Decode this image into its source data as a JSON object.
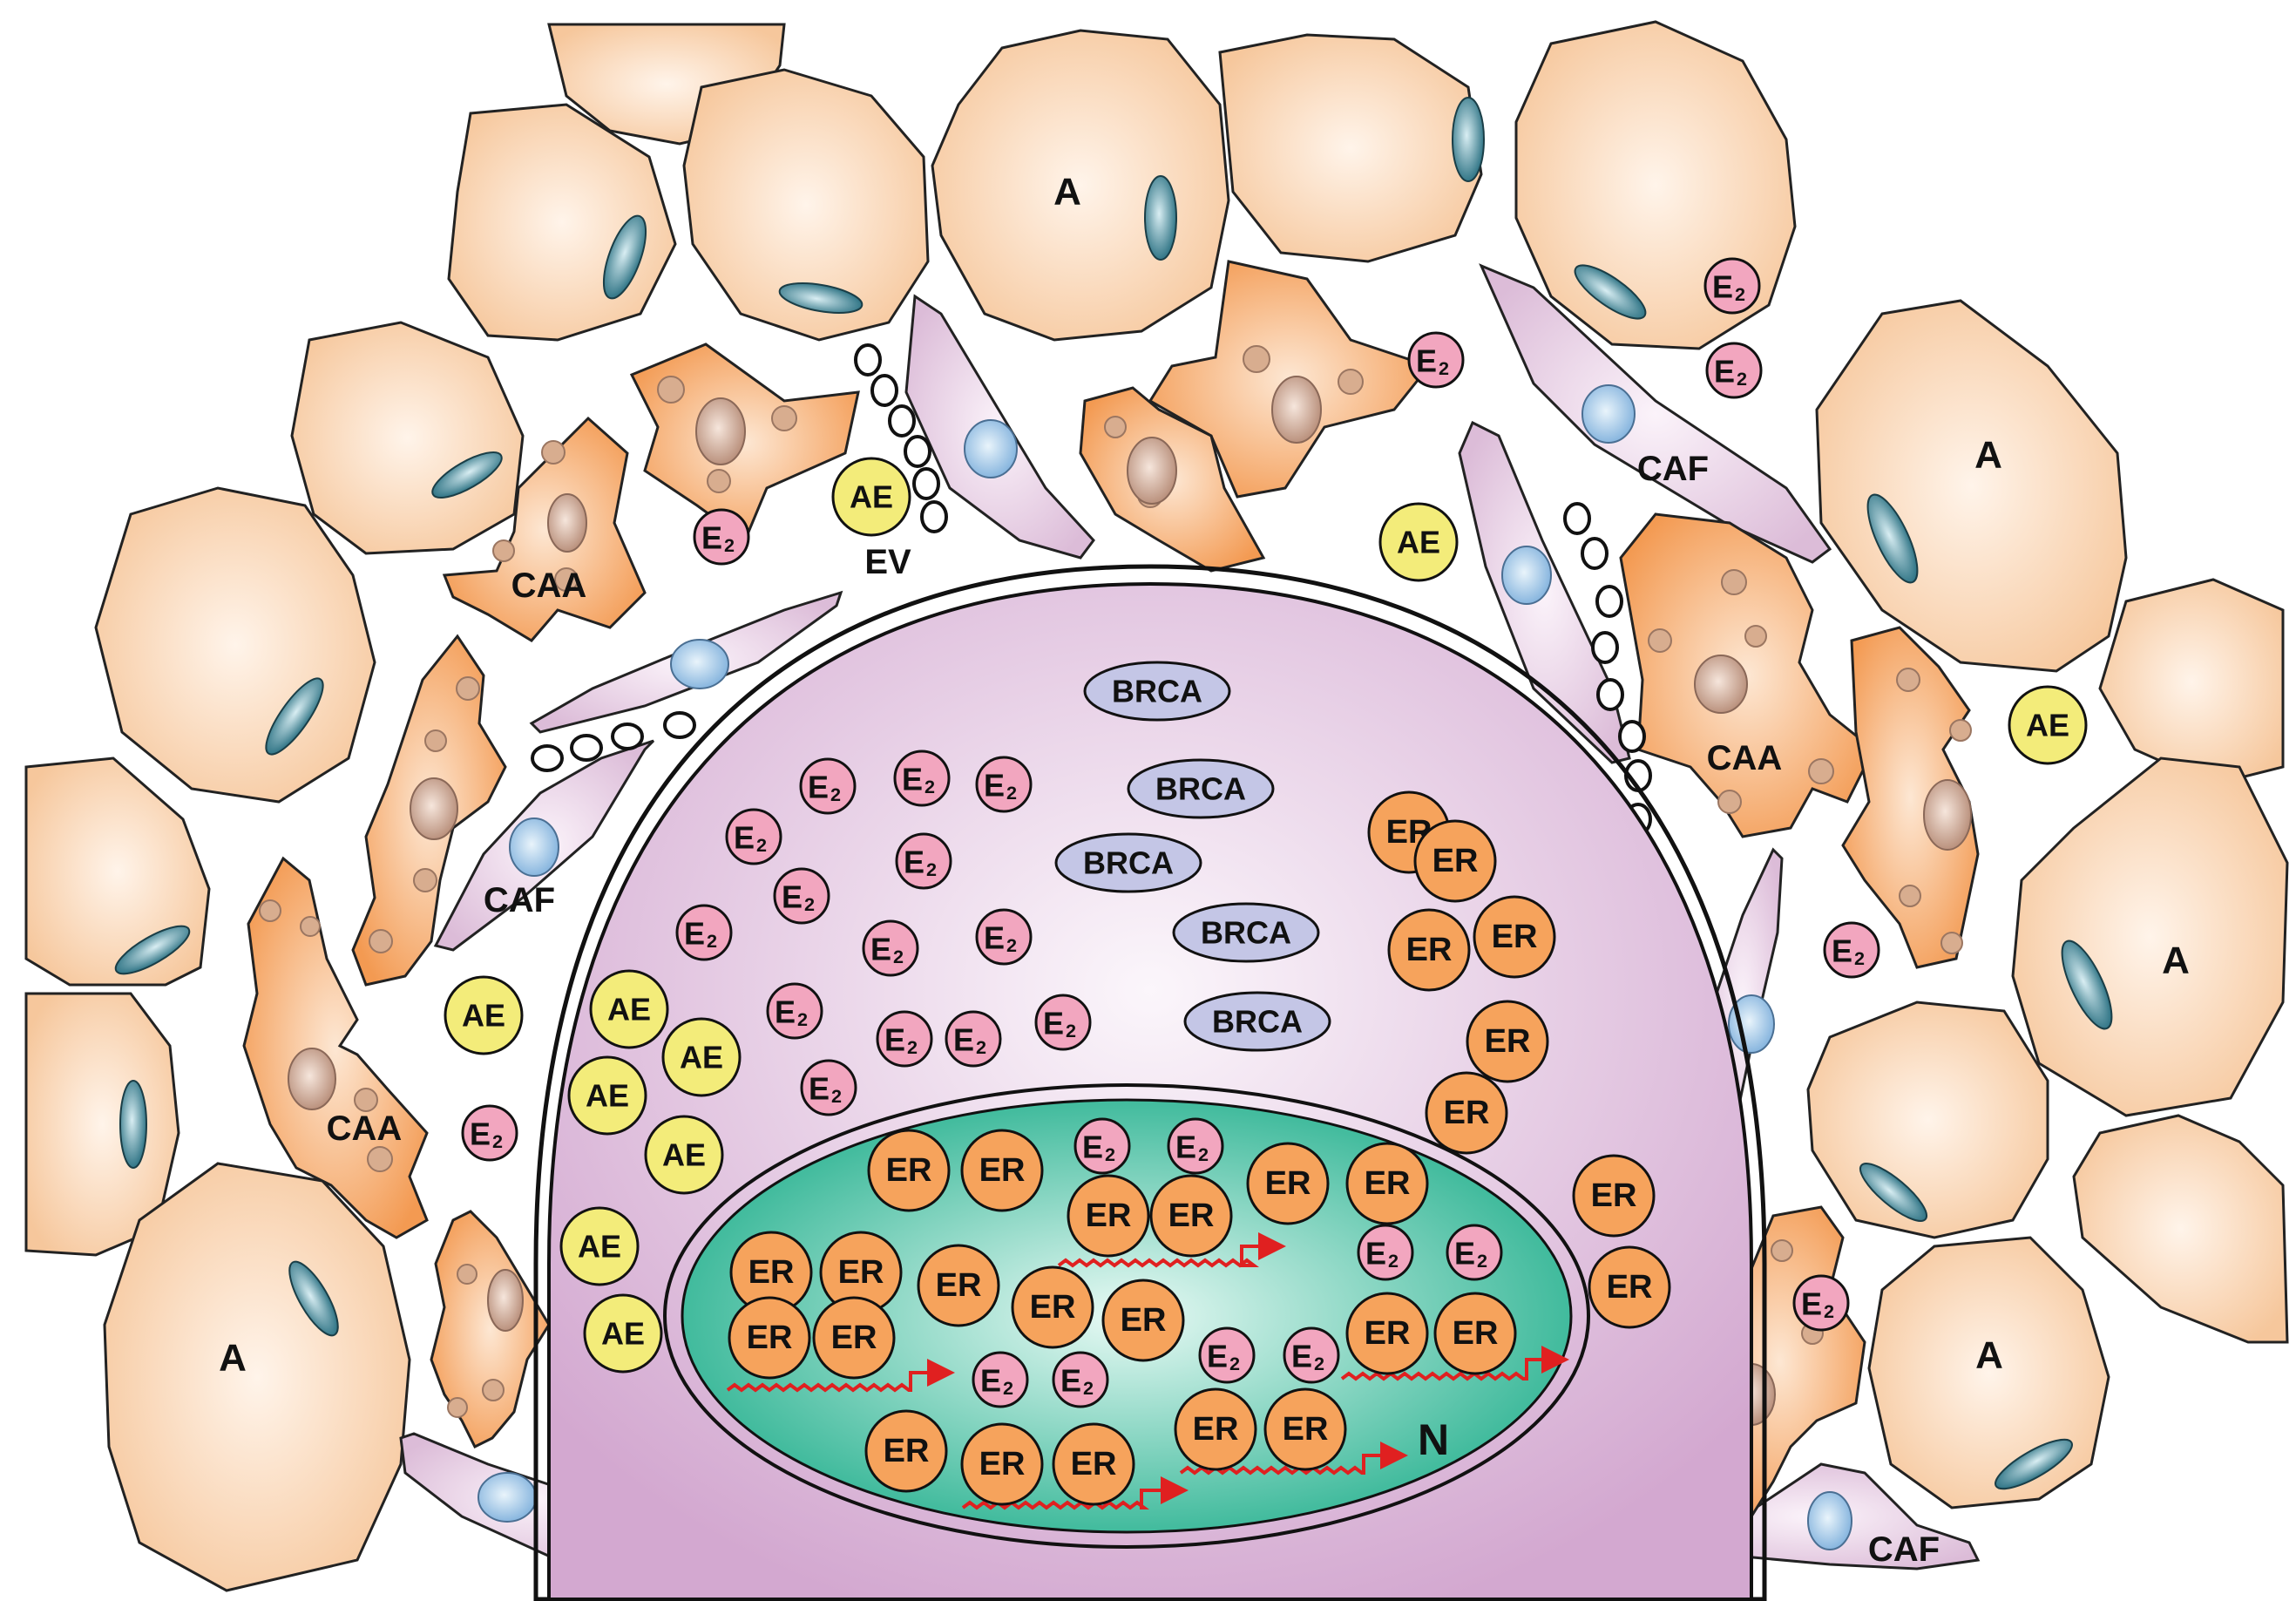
{
  "colors": {
    "adipocyte": "#f9cfa8",
    "adipocyte_nucleus": "#2f7e8f",
    "caa": "#f6a868",
    "caf": "#e6d0e3",
    "caf_nucleus": "#8fbce0",
    "tumor_cell": "#d9b5d6",
    "nucleus": "#2fb99a",
    "e2": "#f2a6bf",
    "ae": "#f3ec7a",
    "er": "#f6a35c",
    "brca": "#c4c6e6",
    "transcription_arrow": "#e02020"
  },
  "labels": {
    "adipocyte": "A",
    "caa": "CAA",
    "caf": "CAF",
    "ev": "EV",
    "nucleus": "N"
  },
  "molecules": {
    "e2_main": "E",
    "e2_sub": "2",
    "ae": "AE",
    "er": "ER",
    "brca": "BRCA"
  }
}
